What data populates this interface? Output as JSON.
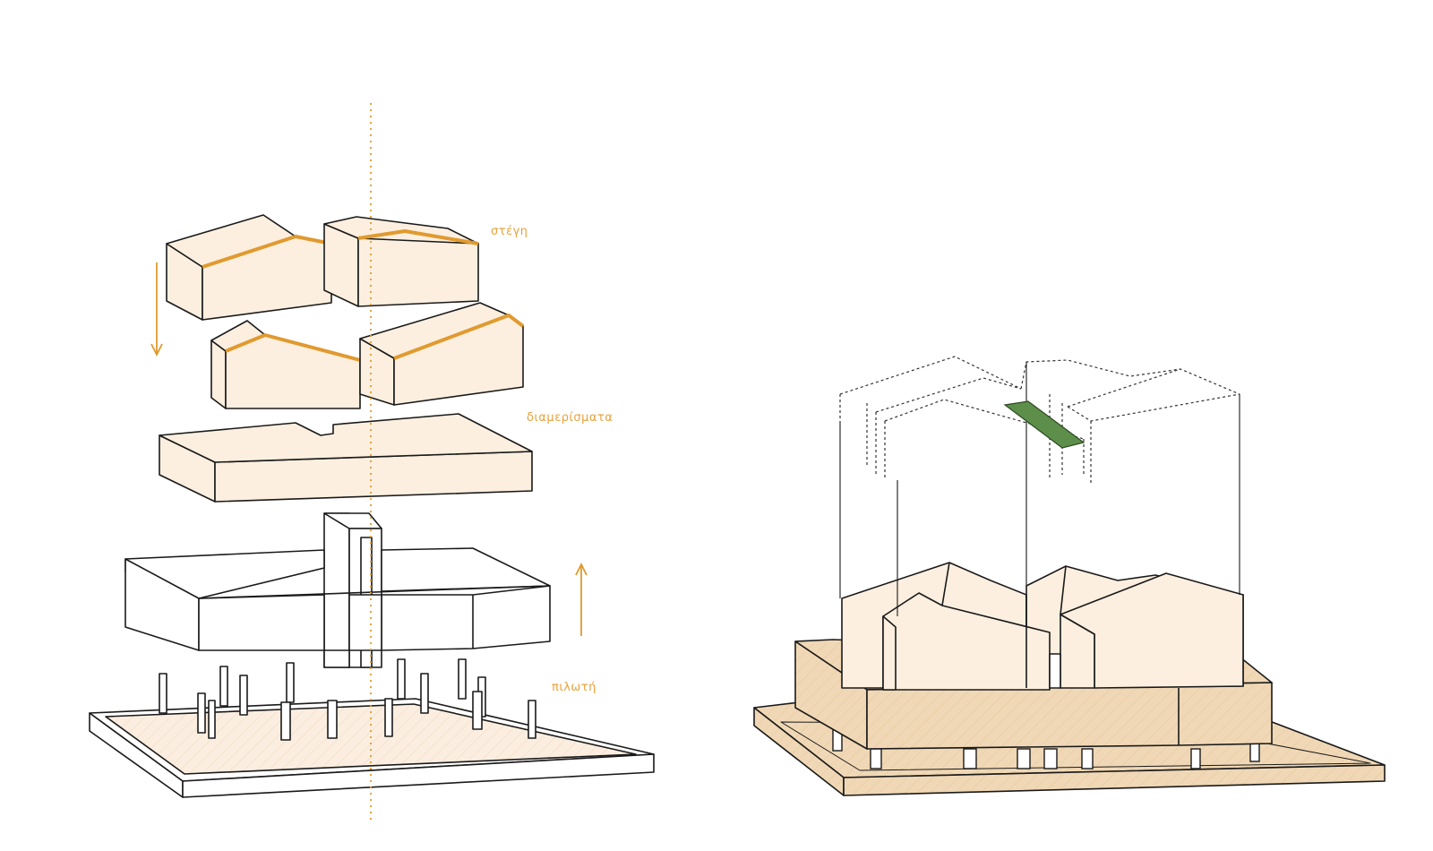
{
  "labels": {
    "roof": "στέγη",
    "apartments": "διαμερίσματα",
    "pilotis": "πιλωτή"
  },
  "colors": {
    "accent": "#e8a13a",
    "accent_line": "#e09a2f",
    "volume_fill": "#fcefdf",
    "plinth_fill": "#f0d8b6",
    "outline": "#1a1a1a",
    "dashed_outline": "#333333",
    "green_roof": "#5d8e4a"
  },
  "icons": {
    "down_arrow": "arrow-down-icon",
    "up_arrow": "arrow-up-icon"
  }
}
